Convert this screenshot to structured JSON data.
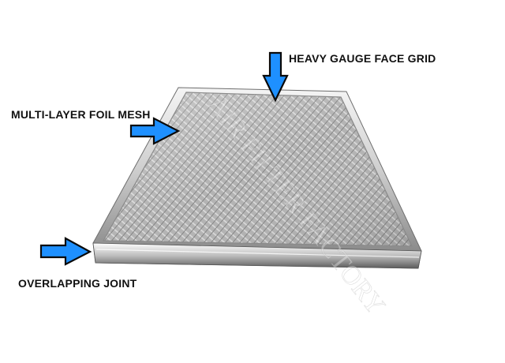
{
  "callouts": {
    "face_grid": "HEAVY GAUGE FACE GRID",
    "foil_mesh": "MULTI-LAYER FOIL MESH",
    "joint": "OVERLAPPING JOINT"
  },
  "watermark": "AIR FILTER FACTORY",
  "colors": {
    "arrow_fill": "#1e90ff",
    "arrow_stroke": "#0a0a0a",
    "frame_light": "#f2f2f2",
    "frame_dark": "#8c8c8c",
    "mesh_base": "#b8b8b8"
  },
  "icons": {
    "arrow_down": "arrow-down-icon",
    "arrow_right": "arrow-right-icon"
  }
}
